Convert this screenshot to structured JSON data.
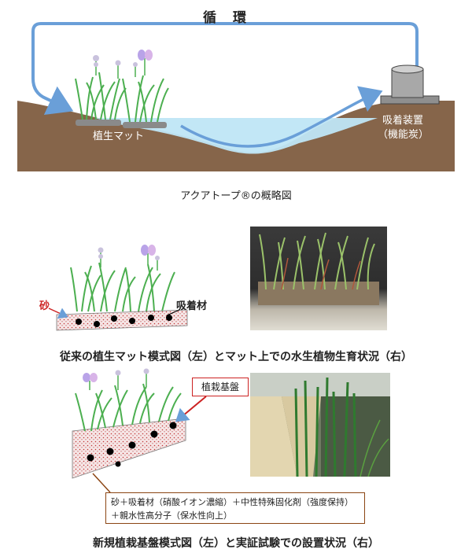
{
  "section1": {
    "cycle_label": "循　環",
    "mat_label": "植生マット",
    "adsorber_label_line1": "吸着装置",
    "adsorber_label_line2": "（機能炭）",
    "caption": "アクアトープ®の概略図"
  },
  "section2": {
    "sand_label": "砂",
    "adsorbent_label": "吸着材",
    "caption": "従来の植生マット模式図（左）とマット上での水生植物生育状況（右）"
  },
  "section3": {
    "callout_label": "植栽基盤",
    "composition_line1": "砂＋吸着材（硝酸イオン濃縮）＋中性特殊固化剤（強度保持）",
    "composition_line2": "＋親水性高分子（保水性向上）",
    "caption": "新規植栽基盤模式図（左）と実証試験での設置状況（右）"
  },
  "colors": {
    "soil": "#86654a",
    "water": "#bfe6f5",
    "arrow_blue": "#6a9fd8",
    "callout_red": "#cc2222",
    "leaf_green": "#4caf50",
    "mat_pink": "#f3d8d8"
  }
}
